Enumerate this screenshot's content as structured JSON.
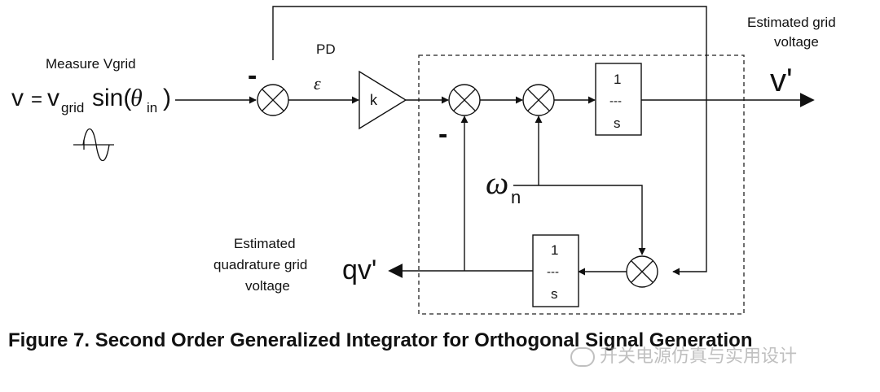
{
  "diagram": {
    "measure_label": "Measure Vgrid",
    "input_eq": {
      "v": "v",
      "eq": "=",
      "vgrid": "v",
      "vgrid_sub": "grid",
      "sin": "sin(",
      "theta": "θ",
      "theta_sub": "in",
      "close": ")"
    },
    "pd_label": "PD",
    "epsilon": "ε",
    "gain_k": "k",
    "minus_sign": "-",
    "integrator_top": {
      "num": "1",
      "bar": "---",
      "den": "s"
    },
    "integrator_bottom": {
      "num": "1",
      "bar": "---",
      "den": "s"
    },
    "omega": "ω",
    "omega_sub": "n",
    "output_label_line1": "Estimated grid",
    "output_label_line2": "voltage",
    "output_symbol": "v'",
    "quad_label_line1": "Estimated",
    "quad_label_line2": "quadrature grid",
    "quad_label_line3": "voltage",
    "quad_symbol": "qv'"
  },
  "caption": "Figure 7. Second Order Generalized Integrator for Orthogonal Signal Generation",
  "watermark": "开关电源仿真与实用设计"
}
